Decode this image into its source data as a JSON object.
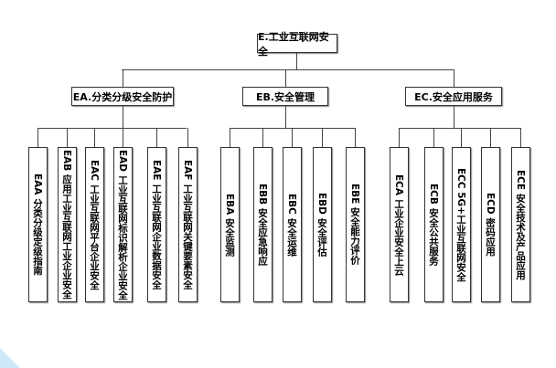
{
  "root": "E.工业互联网安全",
  "groups": [
    {
      "label": "EA.分类分级安全防护",
      "items": [
        "EAA 分类分级定级指南",
        "EAB 应用工业互联网工业企业安全",
        "EAC 工业互联网平台企业安全",
        "EAD 工业互联网标识解析企业安全",
        "EAE 工业互联网企业数据安全",
        "EAF 工业互联网关键要素安全"
      ]
    },
    {
      "label": "EB.安全管理",
      "items": [
        "EBA 安全监测",
        "EBB 安全应急响应",
        "EBC 安全运维",
        "EBD 安全评估",
        "EBE 安全能力评价"
      ]
    },
    {
      "label": "EC.安全应用服务",
      "items": [
        "ECA 工业企业安全上云",
        "ECB 安全公共服务",
        "ECC 5G+工业互联网安全",
        "ECD 密码应用",
        "ECE 安全技术及产品应用"
      ]
    }
  ]
}
